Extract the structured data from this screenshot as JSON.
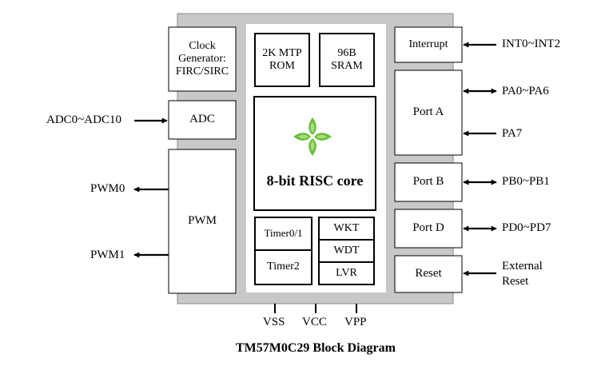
{
  "title": "TM57M0C29 Block Diagram",
  "blocks": {
    "clock": "Clock Generator: FIRC/SIRC",
    "adc": "ADC",
    "pwm": "PWM",
    "rom": "2K MTP ROM",
    "sram": "96B SRAM",
    "core": "8-bit RISC core",
    "timer01": "Timer0/1",
    "timer2": "Timer2",
    "wkt": "WKT",
    "wdt": "WDT",
    "lvr": "LVR",
    "interrupt": "Interrupt",
    "port_a": "Port A",
    "port_b": "Port B",
    "port_d": "Port D",
    "reset": "Reset"
  },
  "signals": {
    "adc_in": "ADC0~ADC10",
    "pwm0": "PWM0",
    "pwm1": "PWM1",
    "int": "INT0~INT2",
    "pa0": "PA0~PA6",
    "pa7": "PA7",
    "pb": "PB0~PB1",
    "pd": "PD0~PD7",
    "reset": "External Reset",
    "vss": "VSS",
    "vcc": "VCC",
    "vpp": "VPP"
  },
  "colors": {
    "chip_body": "#c8c8c8",
    "core_area": "#ffffff",
    "logo_green": "#6cbf3f",
    "logo_light": "#a8de7c"
  },
  "icons": {
    "core_logo": "four-leaf-logo-icon"
  }
}
